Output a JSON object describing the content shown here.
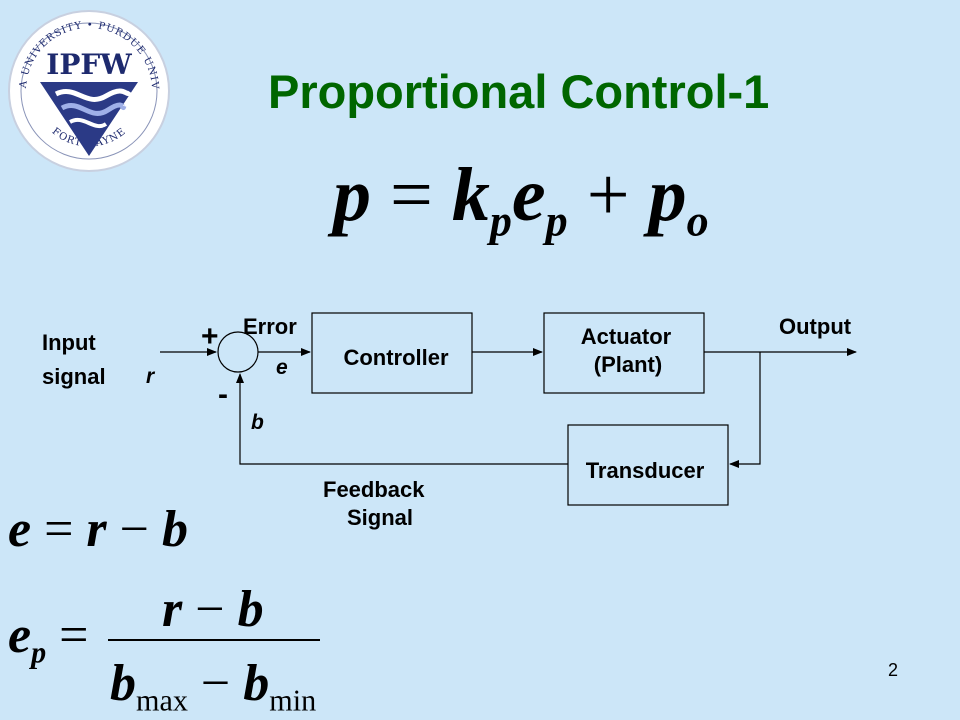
{
  "slide": {
    "title": "Proportional Control-1",
    "page_number": "2"
  },
  "logo": {
    "name": "IPFW",
    "arc_top": "INDIANA UNIVERSITY • PURDUE UNIVERSITY",
    "arc_bottom": "FORT WAYNE",
    "colors": {
      "ring": "#ffffff",
      "triangle": "#2b3a86",
      "text": "#1e2a6e",
      "rings_stripe": "#6b7fc8"
    }
  },
  "equations": {
    "main": {
      "p": "p",
      "eq": "=",
      "k": "k",
      "k_sub": "p",
      "e": "e",
      "e_sub": "p",
      "plus": "+",
      "p2": "p",
      "p2_sub": "o"
    },
    "error": {
      "e": "e",
      "eq": "=",
      "r": "r",
      "minus": "−",
      "b": "b"
    },
    "normalized": {
      "e": "e",
      "e_sub": "p",
      "eq": "=",
      "num_r": "r",
      "num_minus": "−",
      "num_b": "b",
      "den_b1": "b",
      "den_sub1": "max",
      "den_minus": "−",
      "den_b2": "b",
      "den_sub2": "min"
    }
  },
  "diagram": {
    "input_line1": "Input",
    "input_line2": "signal",
    "input_var": "r",
    "plus_sign": "+",
    "minus_sign": "-",
    "error_label": "Error",
    "error_var": "e",
    "feedback_var": "b",
    "controller": "Controller",
    "actuator_line1": "Actuator",
    "actuator_line2": "(Plant)",
    "output": "Output",
    "transducer": "Transducer",
    "feedback_line1": "Feedback",
    "feedback_line2": "Signal"
  },
  "colors": {
    "background": "#cce6f8",
    "title": "#006600",
    "lines": "#000000"
  }
}
